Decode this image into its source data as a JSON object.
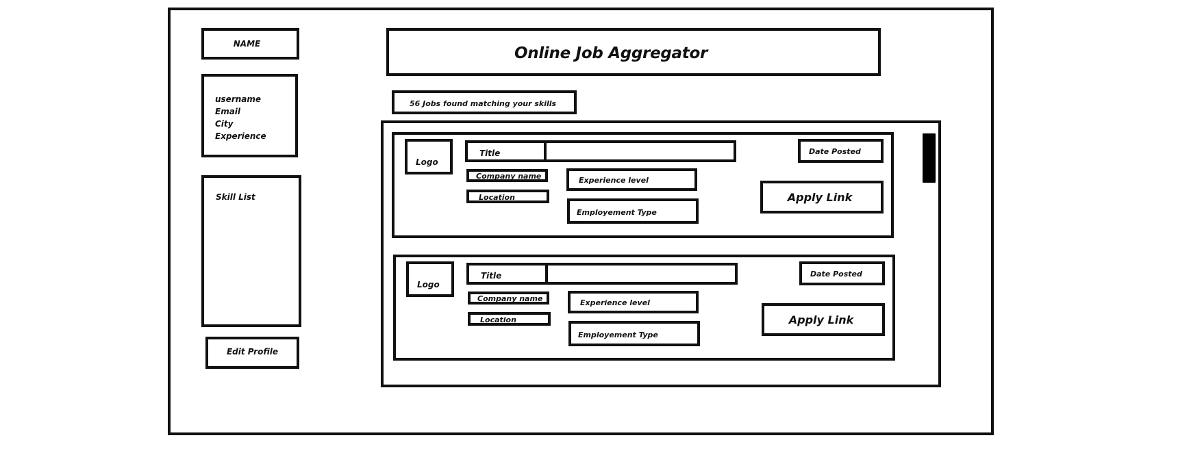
{
  "profile": {
    "name_label": "NAME",
    "info_fields": [
      "username",
      "Email",
      "City",
      "Experience"
    ],
    "skills_label": "Skill List",
    "edit_button_label": "Edit Profile"
  },
  "header": {
    "title": "Online Job Aggregator"
  },
  "jobs_summary": "56 Jobs found matching your skills",
  "jobs": [
    {
      "logo_label": "Logo",
      "title_label": "Title",
      "company_label": "Company name",
      "location_label": "Location",
      "experience_label": "Experience level",
      "employment_type_label": "Employement Type",
      "date_label": "Date Posted",
      "apply_label": "Apply Link"
    },
    {
      "logo_label": "Logo",
      "title_label": "Title",
      "company_label": "Company name",
      "location_label": "Location",
      "experience_label": "Experience level",
      "employment_type_label": "Employement Type",
      "date_label": "Date Posted",
      "apply_label": "Apply Link"
    }
  ]
}
